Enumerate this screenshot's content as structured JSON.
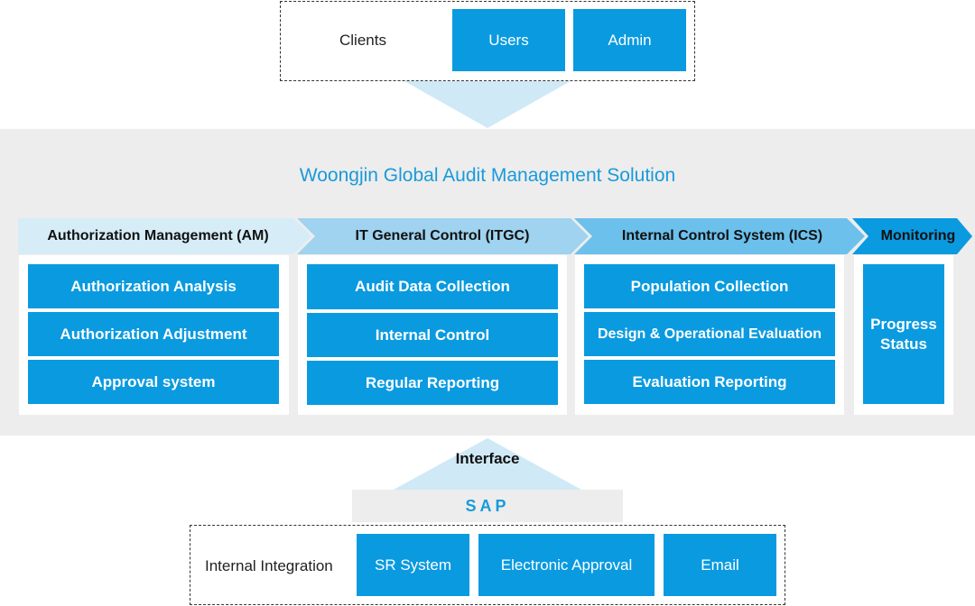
{
  "clients": {
    "label": "Clients",
    "items": [
      "Users",
      "Admin"
    ]
  },
  "solution": {
    "title": "Woongjin Global Audit Management Solution",
    "columns": [
      {
        "header": "Authorization Management (AM)",
        "items": [
          "Authorization Analysis",
          "Authorization Adjustment",
          "Approval system"
        ]
      },
      {
        "header": "IT General Control (ITGC)",
        "items": [
          "Audit Data Collection",
          "Internal Control",
          "Regular Reporting"
        ]
      },
      {
        "header": "Internal Control System (ICS)",
        "items": [
          "Population Collection",
          "Design & Operational Evaluation",
          "Evaluation Reporting"
        ]
      },
      {
        "header": "Monitoring",
        "items": [
          "Progress Status"
        ]
      }
    ]
  },
  "interface": {
    "label": "Interface",
    "sap_label": "SAP"
  },
  "integration": {
    "label": "Internal Integration",
    "items": [
      "SR System",
      "Electronic Approval",
      "Email"
    ]
  },
  "colors": {
    "primary_blue": "#0a9ae0",
    "light_blue": "#cfe9f6",
    "mid_blue": "#9fd3ef",
    "band_gray": "#ededed"
  }
}
